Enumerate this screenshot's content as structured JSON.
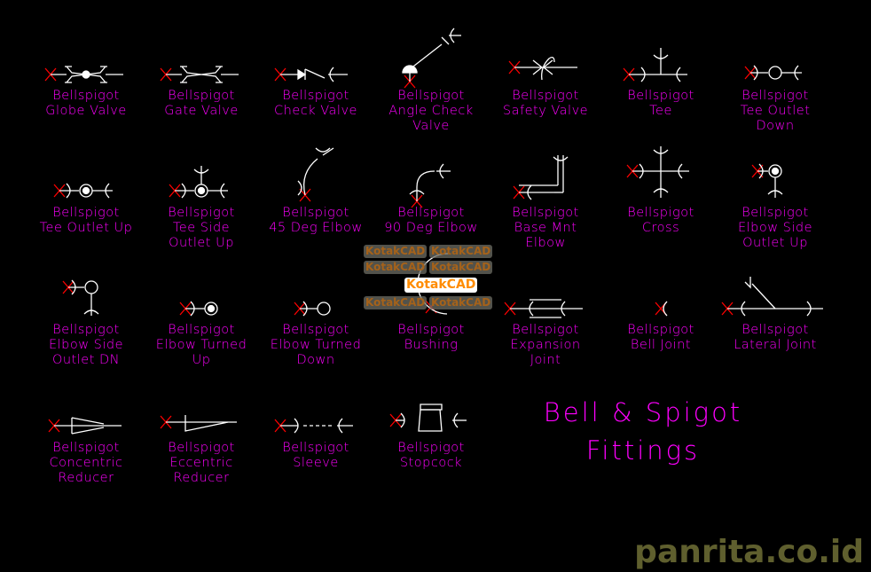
{
  "title": {
    "line1": "Bell & Spigot",
    "line2": "Fittings"
  },
  "watermark": "panrita.co.id",
  "overlay_watermark": "KotakCAD",
  "colors": {
    "background": "#000000",
    "label": "#ff00ff",
    "symbol": "#ffffff",
    "marker": "#ff0000",
    "watermark": "#5f5f2e"
  },
  "items": [
    {
      "symbol": "globe-valve",
      "lines": [
        "Bellspigot",
        "Globe Valve"
      ]
    },
    {
      "symbol": "gate-valve",
      "lines": [
        "Bellspigot",
        "Gate Valve"
      ]
    },
    {
      "symbol": "check-valve",
      "lines": [
        "Bellspigot",
        "Check Valve"
      ]
    },
    {
      "symbol": "angle-check-valve",
      "lines": [
        "Bellspigot",
        "Angle Check",
        "Valve"
      ]
    },
    {
      "symbol": "safety-valve",
      "lines": [
        "Bellspigot",
        "Safety Valve"
      ]
    },
    {
      "symbol": "tee",
      "lines": [
        "Bellspigot",
        "Tee"
      ]
    },
    {
      "symbol": "tee-outlet-down",
      "lines": [
        "Bellspigot",
        "Tee Outlet",
        "Down"
      ]
    },
    {
      "symbol": "tee-outlet-up",
      "lines": [
        "Bellspigot",
        "Tee Outlet Up"
      ]
    },
    {
      "symbol": "tee-side-outlet-up",
      "lines": [
        "Bellspigot",
        "Tee Side",
        "Outlet Up"
      ]
    },
    {
      "symbol": "elbow-45",
      "lines": [
        "Bellspigot",
        "45 Deg Elbow"
      ]
    },
    {
      "symbol": "elbow-90",
      "lines": [
        "Bellspigot",
        "90 Deg Elbow"
      ]
    },
    {
      "symbol": "base-mnt-elbow",
      "lines": [
        "Bellspigot",
        "Base Mnt",
        "Elbow"
      ]
    },
    {
      "symbol": "cross",
      "lines": [
        "Bellspigot",
        "Cross"
      ]
    },
    {
      "symbol": "elbow-side-outlet-up",
      "lines": [
        "Bellspigot",
        "Elbow Side",
        "Outlet Up"
      ]
    },
    {
      "symbol": "elbow-side-outlet-dn",
      "lines": [
        "Bellspigot",
        "Elbow Side",
        "Outlet DN"
      ]
    },
    {
      "symbol": "elbow-turned-up",
      "lines": [
        "Bellspigot",
        "Elbow Turned",
        "Up"
      ]
    },
    {
      "symbol": "elbow-turned-down",
      "lines": [
        "Bellspigot",
        "Elbow Turned",
        "Down"
      ]
    },
    {
      "symbol": "bushing",
      "lines": [
        "Bellspigot",
        "Bushing"
      ]
    },
    {
      "symbol": "expansion-joint",
      "lines": [
        "Bellspigot",
        "Expansion",
        "Joint"
      ]
    },
    {
      "symbol": "bell-joint",
      "lines": [
        "Bellspigot",
        "Bell Joint"
      ]
    },
    {
      "symbol": "lateral-joint",
      "lines": [
        "Bellspigot",
        "Lateral Joint"
      ]
    },
    {
      "symbol": "concentric-reducer",
      "lines": [
        "Bellspigot",
        "Concentric",
        "Reducer"
      ]
    },
    {
      "symbol": "eccentric-reducer",
      "lines": [
        "Bellspigot",
        "Eccentric",
        "Reducer"
      ]
    },
    {
      "symbol": "sleeve",
      "lines": [
        "Bellspigot",
        "Sleeve"
      ]
    },
    {
      "symbol": "stopcock",
      "lines": [
        "Bellspigot",
        "Stopcock"
      ]
    }
  ]
}
